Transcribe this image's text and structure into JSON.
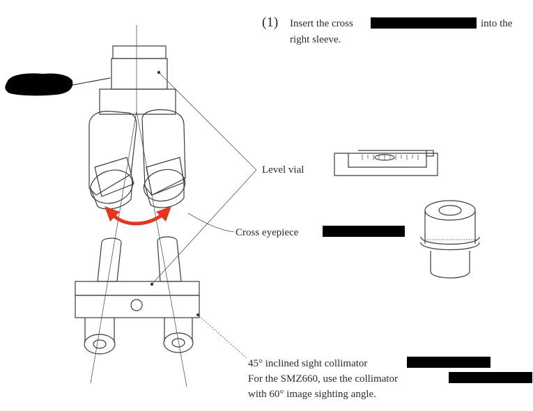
{
  "step": {
    "number": "(1)",
    "line1_start": "Insert the cross",
    "line1_end": "into the",
    "line2": "right sleeve."
  },
  "labels": {
    "level_vial": "Level vial",
    "cross_eyepiece": "Cross eyepiece",
    "collimator_line1": "45° inclined sight collimator",
    "collimator_line2": "For the SMZ660, use the collimator",
    "collimator_line3": "with 60° image sighting angle."
  },
  "colors": {
    "arrow": "#e8341c",
    "redaction": "#000000",
    "line": "#3a3a3a"
  }
}
